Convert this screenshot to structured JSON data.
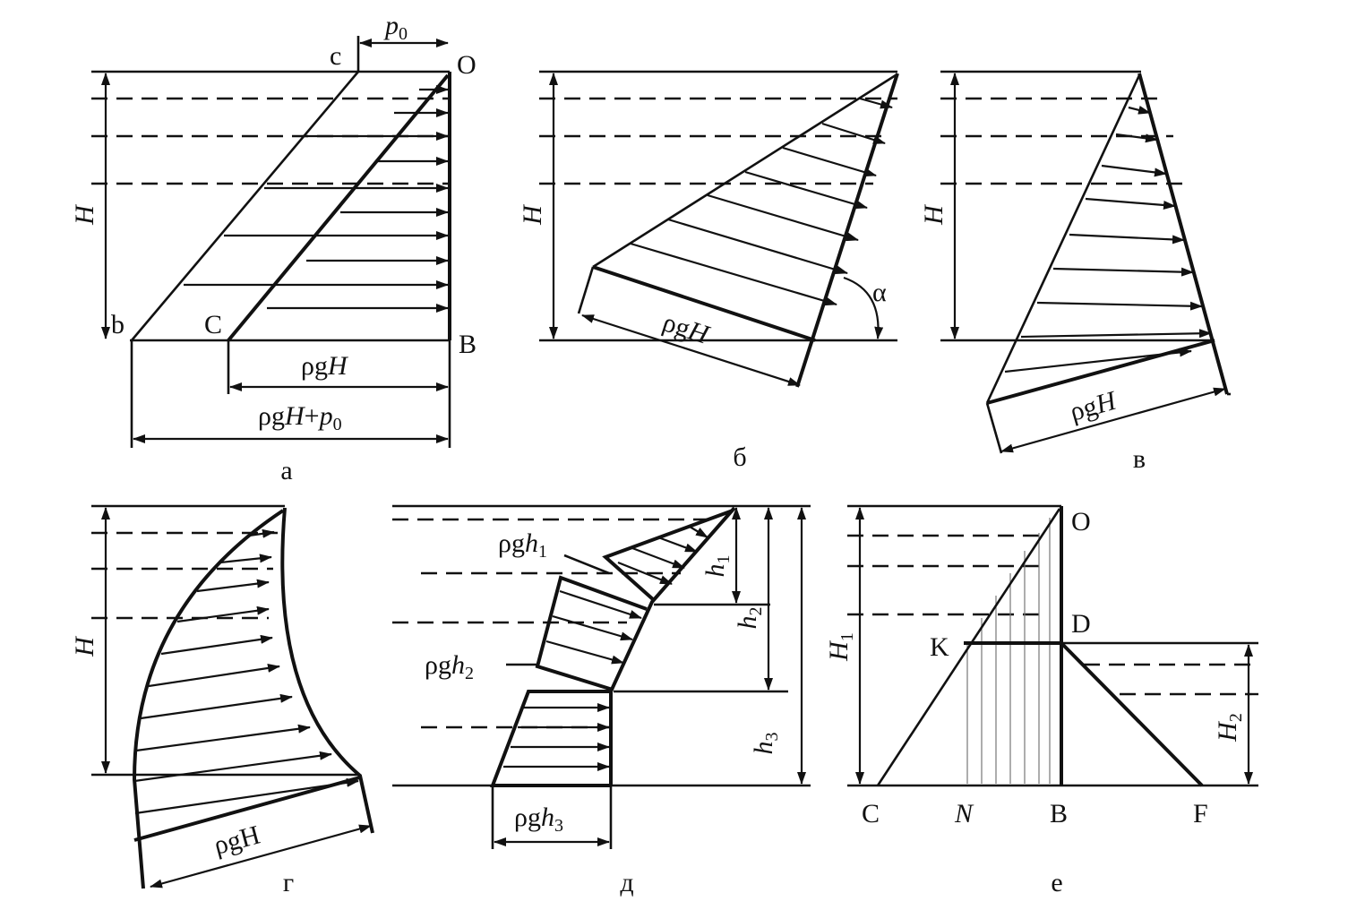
{
  "panels": {
    "a": {
      "caption": "а",
      "labels": {
        "c": "c",
        "O": "O",
        "b": "b",
        "C": "C",
        "B": "B",
        "H": "H"
      },
      "dims": {
        "p0_base": "p",
        "p0_sub": "0",
        "rhogH_pre": "ρg",
        "rhogH_it": "H",
        "total_pre": "ρg",
        "total_it": "H",
        "total_mid": "+",
        "total_p": "p",
        "total_sub": "0"
      }
    },
    "b": {
      "caption": "б",
      "labels": {
        "H": "H",
        "alpha": "α"
      },
      "dims": {
        "rhogH_pre": "ρg",
        "rhogH_it": "H"
      }
    },
    "v": {
      "caption": "в",
      "labels": {
        "H": "H"
      },
      "dims": {
        "rhogH_pre": "ρg",
        "rhogH_it": "H"
      }
    },
    "g": {
      "caption": "г",
      "labels": {
        "H": "H"
      },
      "dims": {
        "rhogH": "ρgH"
      }
    },
    "d": {
      "caption": "д",
      "labels": {
        "h": "h",
        "h1_sub": "1",
        "h2_sub": "2",
        "h3_sub": "3",
        "pre": "ρg"
      }
    },
    "e": {
      "caption": "е",
      "labels": {
        "O": "O",
        "D": "D",
        "K": "K",
        "C": "C",
        "N": "N",
        "B": "B",
        "F": "F",
        "H": "H",
        "H1_sub": "1",
        "H2_sub": "2"
      }
    }
  }
}
